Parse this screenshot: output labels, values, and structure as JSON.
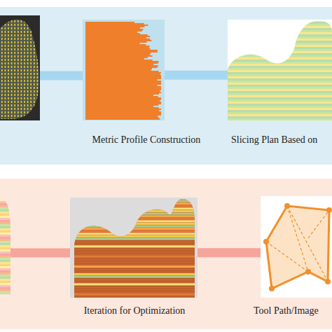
{
  "diagram": {
    "nodes": [
      {
        "text": [
          "Metric Profile Construction"
        ]
      },
      {
        "text": [
          "Slicing Plan Based on"
        ]
      },
      {
        "text": [
          "Iteration for Optimization"
        ]
      },
      {
        "text": [
          "Tool Path/Image"
        ]
      }
    ],
    "edges": [
      {
        "from": 0,
        "to": 1,
        "arrow": "none"
      },
      {
        "from": 2,
        "to": 3,
        "arrow": "none"
      }
    ]
  }
}
